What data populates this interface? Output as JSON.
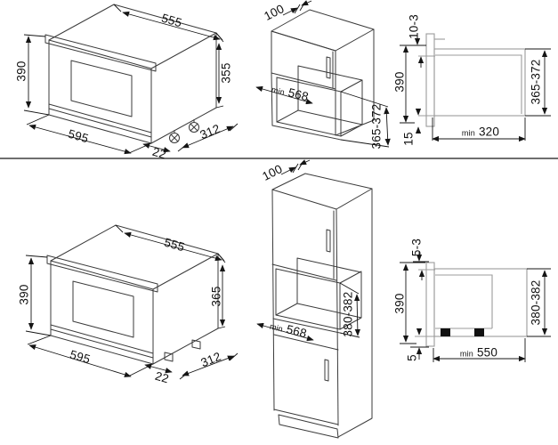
{
  "colors": {
    "drawing_line": "#3b3b3b",
    "section_line": "#9b9b9b",
    "dimension_line": "#151515",
    "background": "#ffffff"
  },
  "top_row": {
    "oven": {
      "top_width": "555",
      "front_height": "390",
      "body_height": "355",
      "front_width": "595",
      "depth": "312",
      "overhang": "22"
    },
    "cabinet": {
      "top_depth": "100",
      "min_label": "min",
      "niche_width": "568",
      "niche_height": "365-372"
    },
    "section": {
      "top_gap": "10-3",
      "front_height": "390",
      "bottom_overlap": "15",
      "niche_height": "365-372",
      "min_label": "min",
      "min_depth": "320"
    }
  },
  "bottom_row": {
    "oven": {
      "top_width": "555",
      "front_height": "390",
      "body_height": "365",
      "front_width": "595",
      "depth": "312",
      "overhang": "22"
    },
    "cabinet": {
      "top_depth": "100",
      "min_label": "min",
      "niche_width": "568",
      "niche_height": "380-382"
    },
    "section": {
      "top_gap": "5-3",
      "front_height": "390",
      "bottom_gap": "5",
      "niche_height": "380-382",
      "min_label": "min",
      "min_width": "550"
    }
  }
}
